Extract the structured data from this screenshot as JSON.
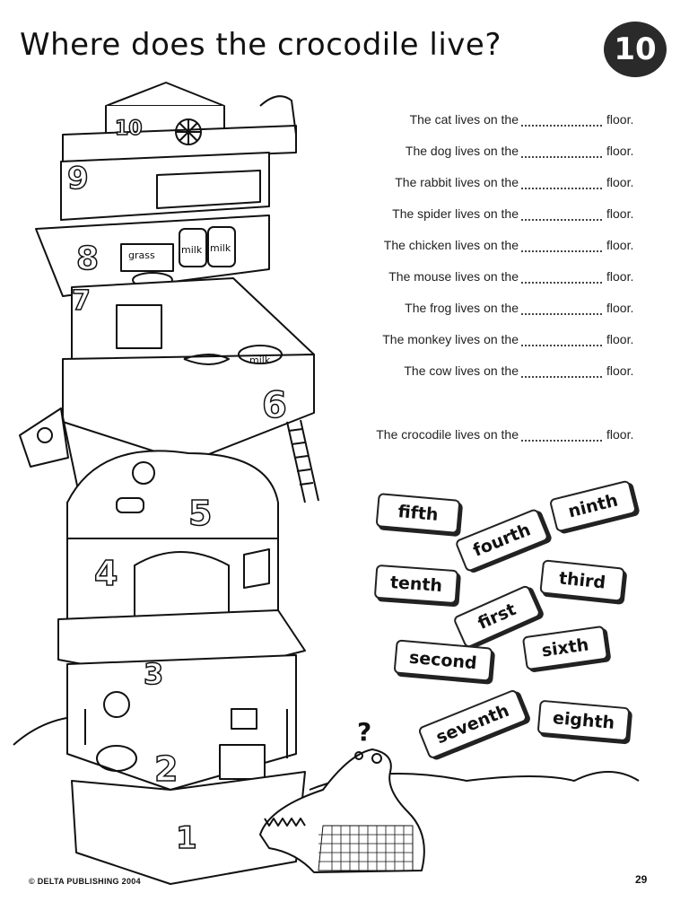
{
  "page": {
    "title": "Where does the crocodile live?",
    "unit_number": "10"
  },
  "sentences": [
    {
      "lead": "The cat lives on the",
      "tail": "floor."
    },
    {
      "lead": "The dog lives on the",
      "tail": "floor."
    },
    {
      "lead": "The rabbit lives on the",
      "tail": "floor."
    },
    {
      "lead": "The spider lives on the",
      "tail": "floor."
    },
    {
      "lead": "The chicken lives on the",
      "tail": "floor."
    },
    {
      "lead": "The mouse lives on the",
      "tail": "floor."
    },
    {
      "lead": "The frog lives on the",
      "tail": "floor."
    },
    {
      "lead": "The monkey lives on the",
      "tail": "floor."
    },
    {
      "lead": "The cow lives on the",
      "tail": "floor."
    },
    {
      "lead": "The crocodile lives on the",
      "tail": "floor."
    }
  ],
  "word_cards": [
    "fifth",
    "fourth",
    "ninth",
    "tenth",
    "third",
    "first",
    "second",
    "sixth",
    "seventh",
    "eighth"
  ],
  "illustration": {
    "floor_numbers": [
      "1",
      "2",
      "3",
      "4",
      "5",
      "6",
      "7",
      "8",
      "9",
      "10"
    ],
    "labels": {
      "grass": "grass",
      "milk_1": "milk",
      "milk_2": "milk",
      "milk_bowl": "milk",
      "question_mark": "?"
    }
  },
  "footer": {
    "publisher": "© DELTA PUBLISHING 2004",
    "page_number": "29"
  },
  "colors": {
    "ink": "#111111",
    "paper": "#ffffff",
    "badge": "#2a2a2a"
  }
}
